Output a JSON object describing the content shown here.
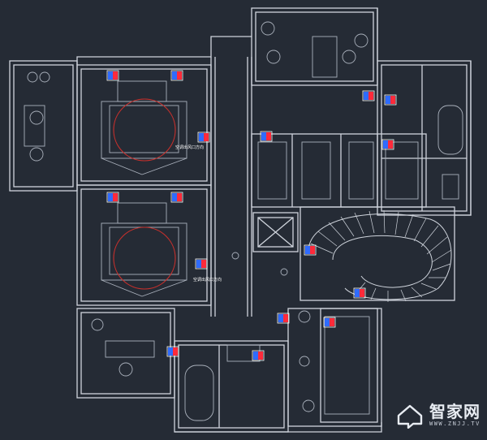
{
  "title": "",
  "labels": {
    "upper_bedroom_note": "空调出风口方向",
    "lower_bedroom_note": "空调出风口方向"
  },
  "watermark": {
    "brand": "智家网",
    "url": "WWW.ZNJJ.TV"
  },
  "colors": {
    "background": "#252b35",
    "wall": "#cfd4dc",
    "furniture": "#aab1bc",
    "bed_circle": "#c8302c",
    "ac_blue": "#2f6bff",
    "ac_red": "#ff2a3a"
  }
}
